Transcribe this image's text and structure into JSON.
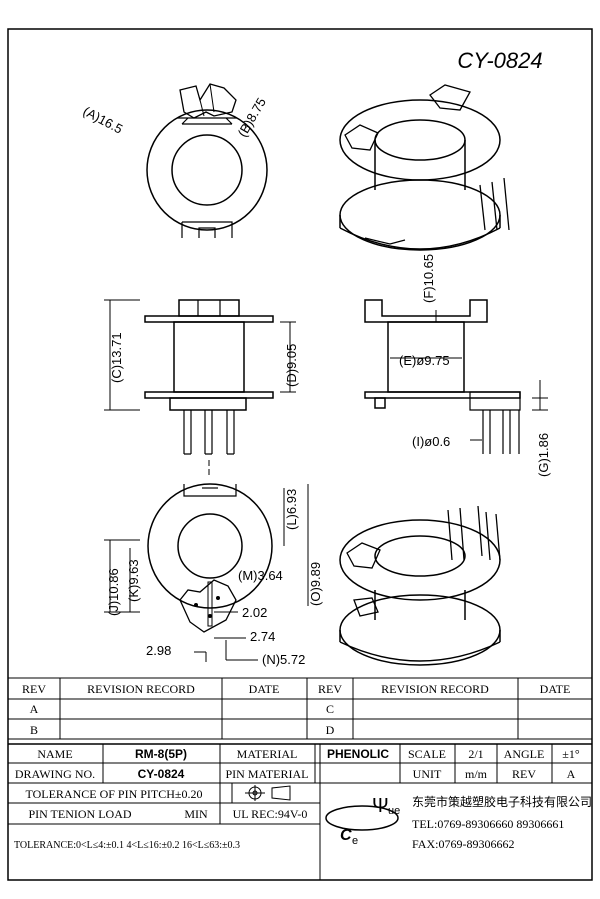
{
  "drawing_no_title": "CY-0824",
  "dims": {
    "a": "(A)16.5",
    "b": "(B)8.75",
    "c": "(C)13.71",
    "d": "(D)9.05",
    "e": "(E)ø9.75",
    "f": "(F)10.65",
    "g": "(G)1.86",
    "i": "(I)ø0.6",
    "j": "(J)10.86",
    "k": "(K)9.63",
    "l": "(L)6.93",
    "m": "(M)3.64",
    "n": "(N)5.72",
    "o": "(O)9.89",
    "p1": "2.02",
    "p2": "2.74",
    "p3": "2.98"
  },
  "revision_table": {
    "headers": [
      "REV",
      "REVISION RECORD",
      "DATE",
      "REV",
      "REVISION RECORD",
      "DATE"
    ],
    "rows": [
      [
        "A",
        "",
        "",
        "C",
        "",
        ""
      ],
      [
        "B",
        "",
        "",
        "D",
        "",
        ""
      ]
    ]
  },
  "title_block": {
    "name_label": "NAME",
    "name_value": "RM-8(5P)",
    "material_label": "MATERIAL",
    "material_value": "PHENOLIC",
    "scale_label": "SCALE",
    "scale_value": "2/1",
    "angle_label": "ANGLE",
    "angle_value": "±1°",
    "drawing_no_label": "DRAWING NO.",
    "drawing_no_value": "CY-0824",
    "pin_material_label": "PIN MATERIAL",
    "unit_label": "UNIT",
    "unit_value": "m/m",
    "rev_label": "REV",
    "rev_value": "A",
    "pin_pitch": "TOLERANCE OF PIN PITCH±0.20",
    "pin_tension_label": "PIN TENION LOAD",
    "pin_tension_value": "MIN",
    "ul_rec": "UL REC:94V-0",
    "tolerance": "TOLERANCE:0<L≤4:±0.1  4<L≤16:±0.2  16<L≤63:±0.3",
    "company": "东莞市策越塑胶电子科技有限公司",
    "tel": "TEL:0769-89306660 89306661",
    "fax": "FAX:0769-89306662",
    "logo_letters": [
      "C",
      "e",
      "Ψ",
      "ue"
    ]
  }
}
